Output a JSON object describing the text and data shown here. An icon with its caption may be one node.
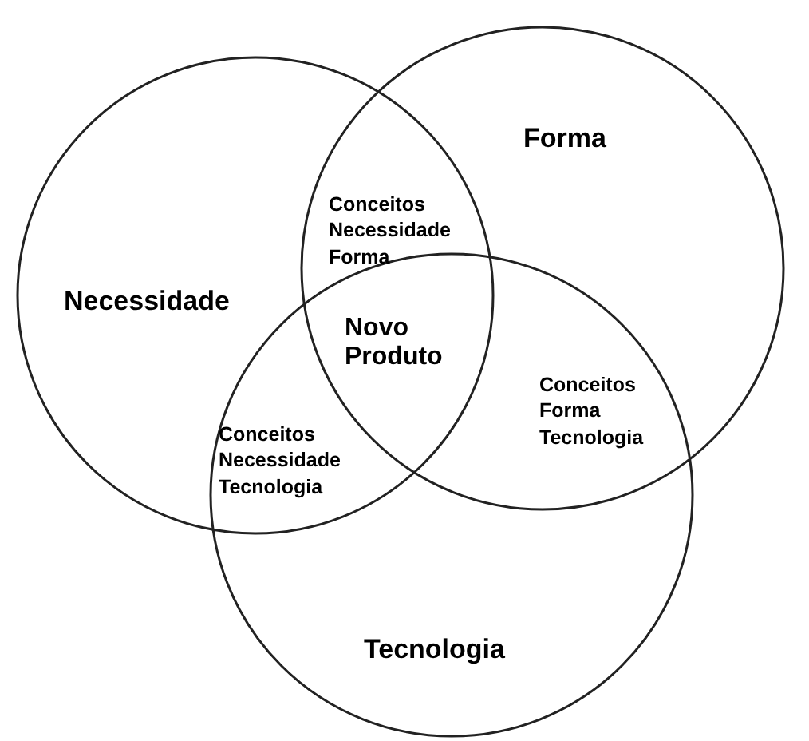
{
  "diagram": {
    "nodes": [
      {
        "text": [
          "Necessidade"
        ]
      },
      {
        "text": [
          "Forma"
        ]
      },
      {
        "text": [
          "Tecnologia"
        ]
      }
    ],
    "labels": [
      "Conceitos Necessidade Forma",
      "Novo Produto",
      "Conceitos Forma Tecnologia",
      "Conceitos Necessidade Tecnologia"
    ]
  }
}
